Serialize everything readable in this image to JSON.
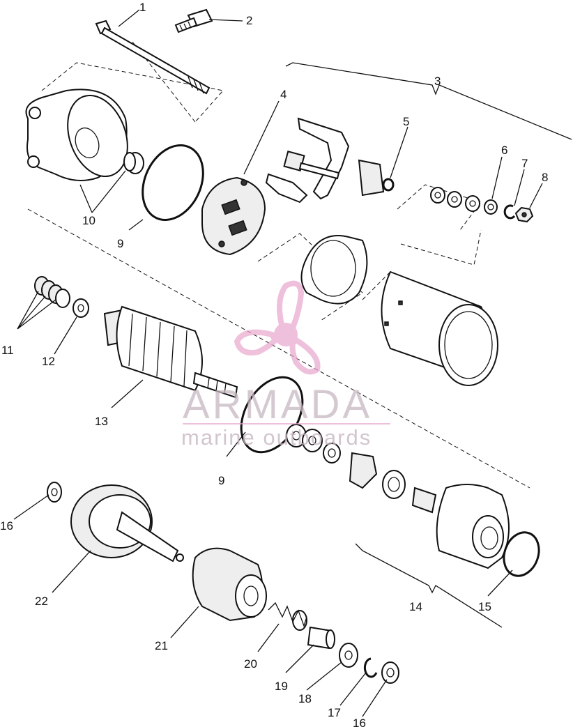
{
  "diagram": {
    "callouts": [
      {
        "id": "c1",
        "text": "1"
      },
      {
        "id": "c2",
        "text": "2"
      },
      {
        "id": "c3",
        "text": "3"
      },
      {
        "id": "c4",
        "text": "4"
      },
      {
        "id": "c5",
        "text": "5"
      },
      {
        "id": "c6",
        "text": "6"
      },
      {
        "id": "c7",
        "text": "7"
      },
      {
        "id": "c8",
        "text": "8"
      },
      {
        "id": "c9a",
        "text": "9"
      },
      {
        "id": "c10",
        "text": "10"
      },
      {
        "id": "c11",
        "text": "11"
      },
      {
        "id": "c12",
        "text": "12"
      },
      {
        "id": "c13",
        "text": "13"
      },
      {
        "id": "c9b",
        "text": "9"
      },
      {
        "id": "c14",
        "text": "14"
      },
      {
        "id": "c15",
        "text": "15"
      },
      {
        "id": "c16a",
        "text": "16"
      },
      {
        "id": "c22",
        "text": "22"
      },
      {
        "id": "c21",
        "text": "21"
      },
      {
        "id": "c20",
        "text": "20"
      },
      {
        "id": "c19",
        "text": "19"
      },
      {
        "id": "c18",
        "text": "18"
      },
      {
        "id": "c17",
        "text": "17"
      },
      {
        "id": "c16b",
        "text": "16"
      }
    ]
  },
  "watermark": {
    "brand": "ARMADA",
    "tagline": "marine outboards",
    "colors": {
      "logo_pink": "#e8a6cc",
      "text_gray": "#c8b8c2"
    }
  }
}
